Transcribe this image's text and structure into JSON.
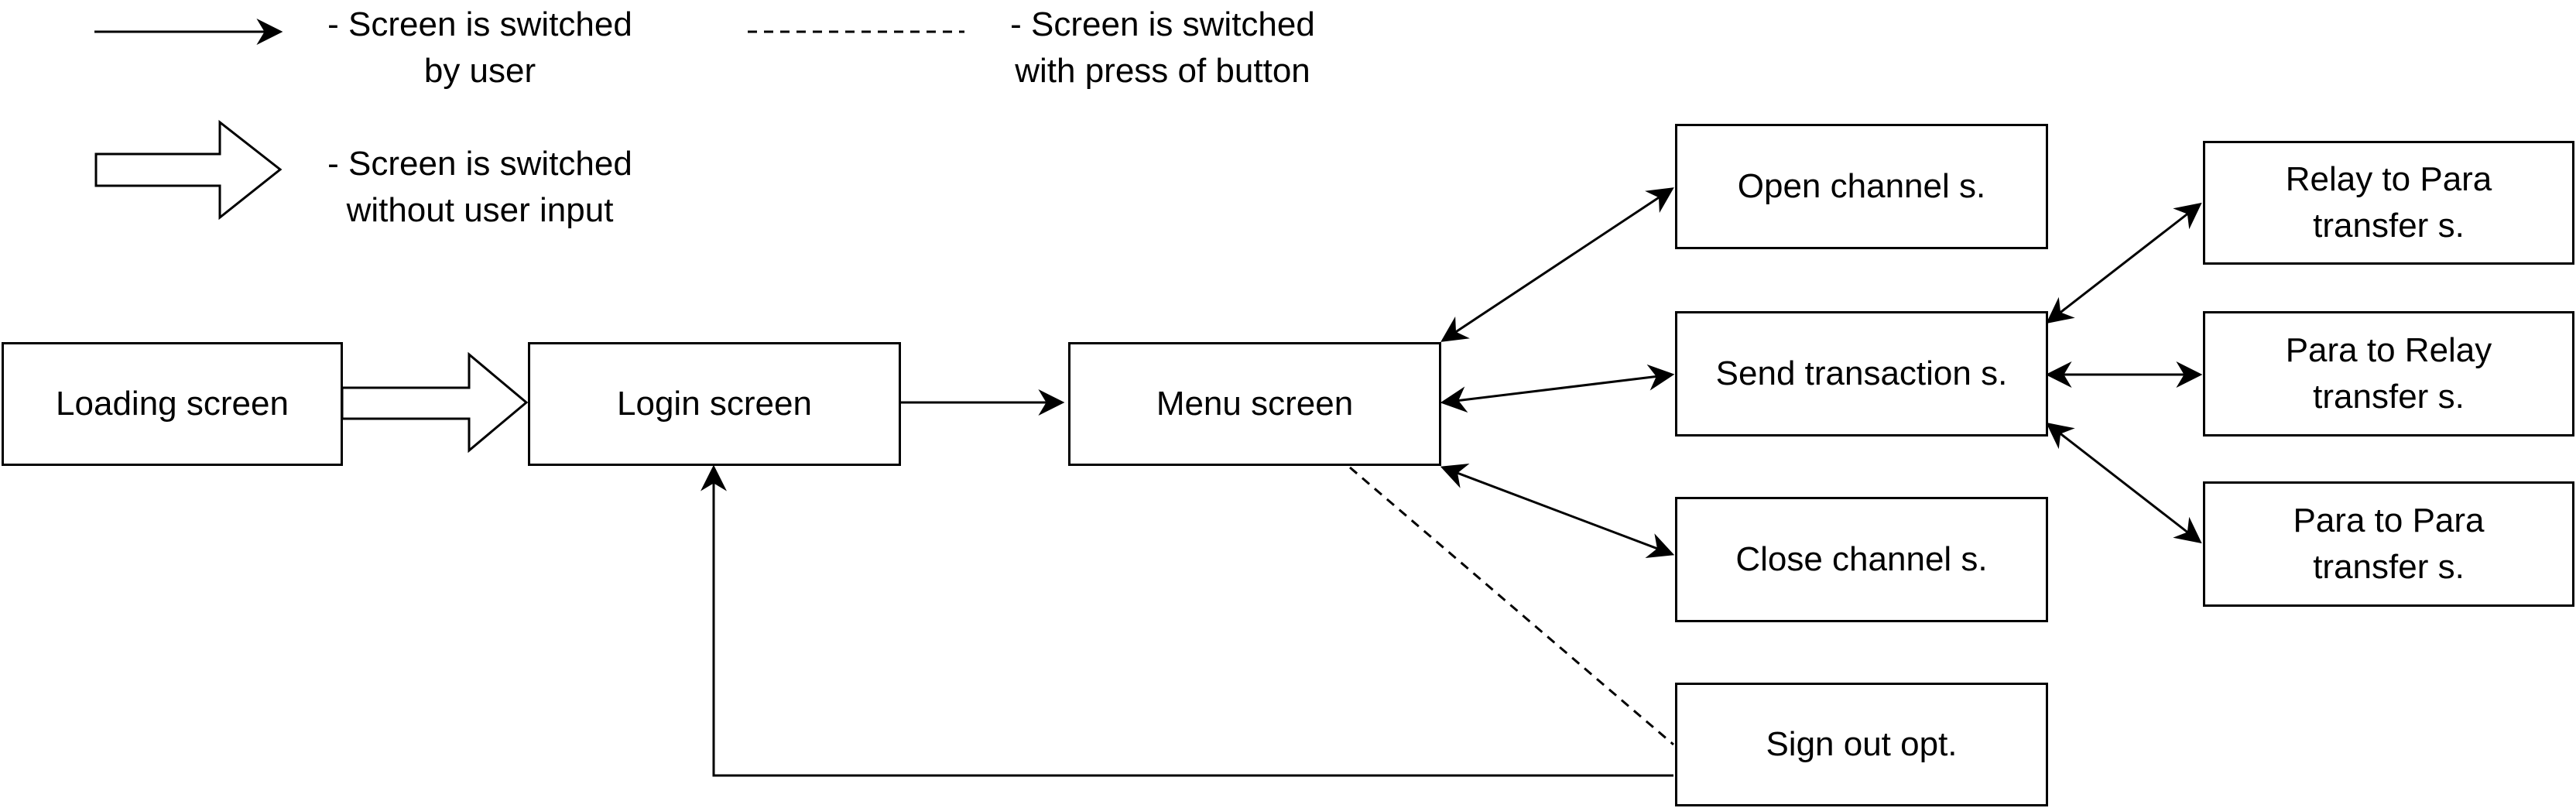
{
  "legend": {
    "solid_arrow": "- Screen is switched\nby user",
    "dashed_line": "- Screen is switched\nwith press of button",
    "block_arrow": "- Screen is switched\nwithout user input"
  },
  "nodes": {
    "loading": "Loading screen",
    "login": "Login screen",
    "menu": "Menu screen",
    "open_channel": "Open channel s.",
    "send_transaction": "Send transaction s.",
    "close_channel": "Close channel s.",
    "sign_out": "Sign out opt.",
    "relay_to_para": "Relay to Para\ntransfer s.",
    "para_to_relay": "Para to Relay\ntransfer s.",
    "para_to_para": "Para to Para\ntransfer s."
  },
  "edges": [
    {
      "from": "loading",
      "to": "login",
      "style": "block-arrow"
    },
    {
      "from": "login",
      "to": "menu",
      "style": "solid",
      "direction": "forward"
    },
    {
      "from": "menu",
      "to": "open_channel",
      "style": "solid",
      "direction": "both"
    },
    {
      "from": "menu",
      "to": "send_transaction",
      "style": "solid",
      "direction": "both"
    },
    {
      "from": "menu",
      "to": "close_channel",
      "style": "solid",
      "direction": "both"
    },
    {
      "from": "menu",
      "to": "sign_out",
      "style": "dashed",
      "direction": "none"
    },
    {
      "from": "sign_out",
      "to": "login",
      "style": "solid",
      "direction": "forward"
    },
    {
      "from": "send_transaction",
      "to": "relay_to_para",
      "style": "solid",
      "direction": "both"
    },
    {
      "from": "send_transaction",
      "to": "para_to_relay",
      "style": "solid",
      "direction": "both"
    },
    {
      "from": "send_transaction",
      "to": "para_to_para",
      "style": "solid",
      "direction": "both"
    }
  ],
  "colors": {
    "stroke": "#000000",
    "fill": "#ffffff"
  }
}
